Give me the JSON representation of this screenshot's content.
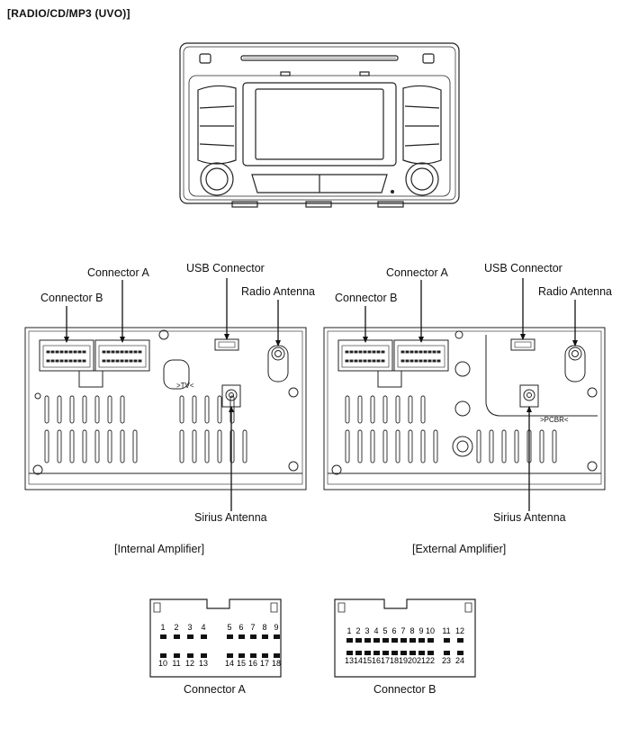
{
  "title": "[RADIO/CD/MP3 (UVO)]",
  "rear_views": [
    {
      "caption": "[Internal Amplifier]",
      "labels": {
        "connector_a": "Connector A",
        "connector_b": "Connector B",
        "usb": "USB Connector",
        "radio_antenna": "Radio Antenna",
        "sirius_antenna": "Sirius Antenna"
      },
      "housing_mark": ">TV<"
    },
    {
      "caption": "[External Amplifier]",
      "labels": {
        "connector_a": "Connector A",
        "connector_b": "Connector B",
        "usb": "USB Connector",
        "radio_antenna": "Radio Antenna",
        "sirius_antenna": "Sirius Antenna"
      },
      "housing_mark": ">PCBR<"
    }
  ],
  "connector_a": {
    "caption": "Connector A",
    "top_pins": [
      "1",
      "2",
      "3",
      "4",
      "5",
      "6",
      "7",
      "8",
      "9"
    ],
    "bottom_pins": [
      "10",
      "11",
      "12",
      "13",
      "14",
      "15",
      "16",
      "17",
      "18"
    ]
  },
  "connector_b": {
    "caption": "Connector B",
    "top_pins": [
      "1",
      "2",
      "3",
      "4",
      "5",
      "6",
      "7",
      "8",
      "9",
      "10",
      "11",
      "12"
    ],
    "bottom_pins": [
      "13",
      "14",
      "15",
      "16",
      "17",
      "18",
      "19",
      "20",
      "21",
      "22",
      "23",
      "24"
    ]
  }
}
